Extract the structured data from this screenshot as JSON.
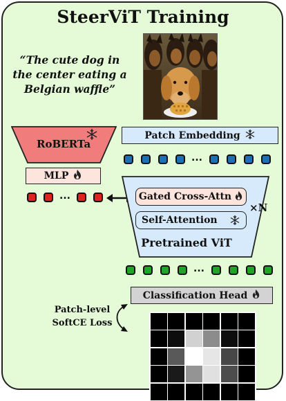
{
  "title": "SteerViT Training",
  "quote": "“The cute dog in the center eating a Belgian waffle”",
  "modules": {
    "roberta": {
      "label": "RoBERTa",
      "state": "frozen"
    },
    "mlp": {
      "label": "MLP",
      "state": "trainable"
    },
    "patch_embedding": {
      "label": "Patch Embedding",
      "state": "frozen"
    },
    "gated_cross_attn": {
      "label": "Gated Cross-Attn",
      "state": "trainable"
    },
    "self_attention": {
      "label": "Self-Attention",
      "state": "frozen"
    },
    "pretrained_vit": {
      "label": "Pretrained ViT"
    },
    "repeat": "×N",
    "classification_head": {
      "label": "Classification Head",
      "state": "trainable"
    }
  },
  "tokens": {
    "ellipsis": "..."
  },
  "loss_label": "Patch-level SoftCE Loss",
  "icons": {
    "frozen": "snowflake-icon",
    "trainable": "flame-icon"
  },
  "colors": {
    "background": "#e5fbd7",
    "text_module": "#f07d7c",
    "mlp": "#fde4dd",
    "vit": "#d6eafb",
    "head": "#d3d3d3",
    "token_blue": "#1f6fb5",
    "token_green": "#22a32a",
    "token_red": "#e0231f"
  },
  "target_map": [
    [
      0,
      0,
      0,
      0,
      0,
      0
    ],
    [
      0,
      0.05,
      0.82,
      0.55,
      0.05,
      0
    ],
    [
      0,
      0.35,
      1,
      0.9,
      0.28,
      0
    ],
    [
      0,
      0.1,
      0.58,
      0.88,
      0.3,
      0
    ],
    [
      0,
      0,
      0,
      0,
      0,
      0
    ]
  ]
}
